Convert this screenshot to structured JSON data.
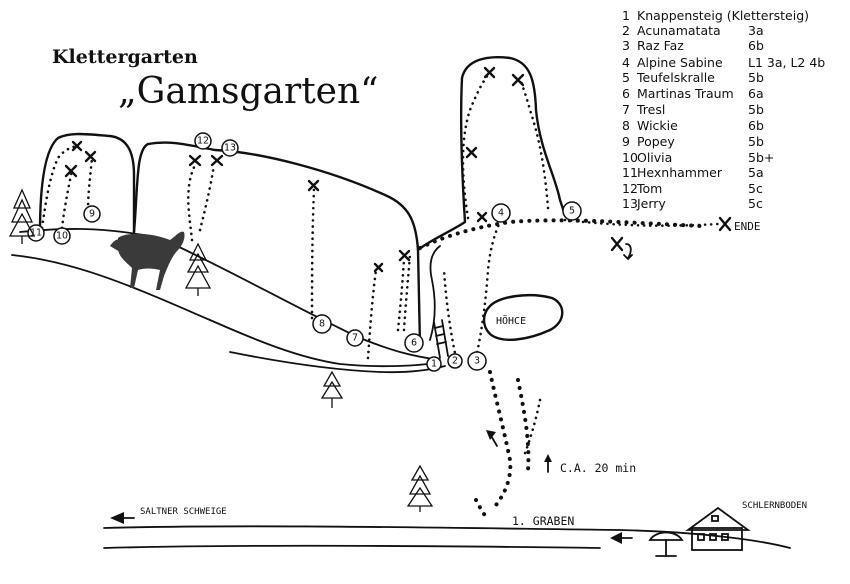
{
  "title": {
    "line1": "Klettergarten",
    "line2": "„Gamsgarten“"
  },
  "legend": [
    {
      "no": "1",
      "name": "Knappensteig (Klettersteig)",
      "grade": ""
    },
    {
      "no": "2",
      "name": "Acunamatata",
      "grade": "3a"
    },
    {
      "no": "3",
      "name": "Raz Faz",
      "grade": "6b"
    },
    {
      "no": "4",
      "name": "Alpine Sabine",
      "grade": "L1 3a, L2 4b"
    },
    {
      "no": "5",
      "name": "Teufelskralle",
      "grade": "5b"
    },
    {
      "no": "6",
      "name": "Martinas Traum",
      "grade": "6a"
    },
    {
      "no": "7",
      "name": "Tresl",
      "grade": "5b"
    },
    {
      "no": "8",
      "name": "Wickie",
      "grade": "6b"
    },
    {
      "no": "9",
      "name": "Popey",
      "grade": "5b"
    },
    {
      "no": "10",
      "name": "Olivia",
      "grade": "5b+"
    },
    {
      "no": "11",
      "name": "Hexnhammer",
      "grade": "5a"
    },
    {
      "no": "12",
      "name": "Tom",
      "grade": "5c"
    },
    {
      "no": "13",
      "name": "Jerry",
      "grade": "5c"
    }
  ],
  "labels": {
    "ende": "ENDE",
    "hoehle": "HÖHCE",
    "time": "C.A. 20 min",
    "graben": "1. GRABEN",
    "left_trail": "SALTNER SCHWEIGE",
    "right_place": "SCHLERNBODEN"
  },
  "route_numbers": [
    "1",
    "2",
    "3",
    "4",
    "5",
    "6",
    "7",
    "8",
    "9",
    "10",
    "11",
    "12",
    "13"
  ]
}
